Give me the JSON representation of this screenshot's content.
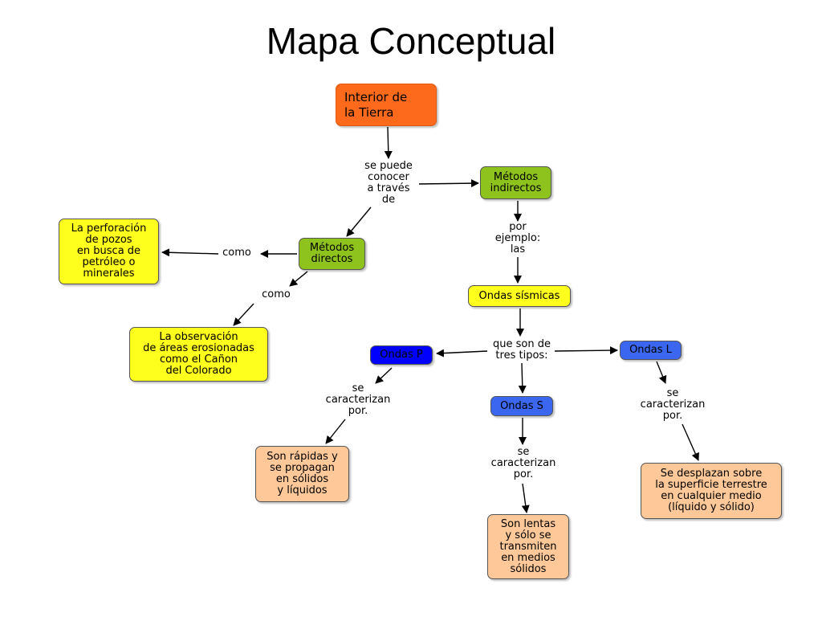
{
  "title": "Mapa Conceptual",
  "colors": {
    "orange": "#fe6a1c",
    "green": "#8ec21c",
    "yellow": "#ffff1e",
    "blue_dark": "#0000ff",
    "blue": "#3a66f0",
    "peach": "#ffc898"
  },
  "nodes": {
    "interior": "Interior de\nla Tierra",
    "metodos_indirectos": "Métodos\nindirectos",
    "metodos_directos": "Métodos\ndirectos",
    "perforacion": "La perforación\nde pozos\nen busca de\npetróleo o\nminerales",
    "observacion": "La observación\nde áreas erosionadas\ncomo el Cañon\ndel Colorado",
    "ondas_sismicas": "Ondas sísmicas",
    "ondas_p": "Ondas P",
    "ondas_s": "Ondas S",
    "ondas_l": "Ondas L",
    "rapidas": "Son rápidas y\nse propagan\nen sólidos\ny líquidos",
    "lentas": "Son lentas\ny sólo se\ntransmiten\nen medios\nsólidos",
    "desplazan": "Se desplazan sobre\nla superficie terrestre\nen cualquier medio\n(líquido y sólido)"
  },
  "links": {
    "se_puede": "se puede\nconocer\na través\nde",
    "como_1": "como",
    "como_2": "como",
    "por_ejemplo": "por\nejemplo:\nlas",
    "que_son": "que son de\ntres tipos:",
    "caract_p": "se\ncaracterizan\npor.",
    "caract_s": "se\ncaracterizan\npor.",
    "caract_l": "se\ncaracterizan\npor."
  }
}
